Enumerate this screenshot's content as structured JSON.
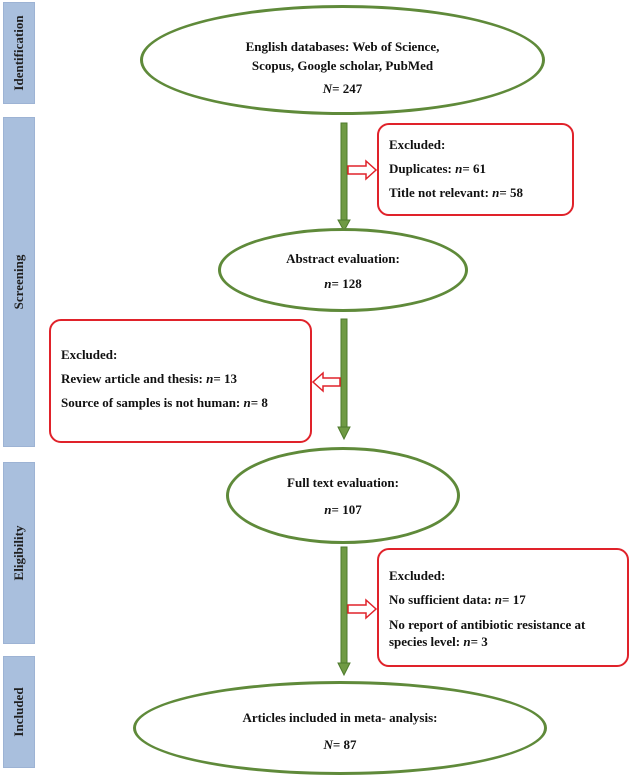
{
  "stages": {
    "identification": "Identification",
    "screening": "Screening",
    "eligibility": "Eligibility",
    "included": "Included"
  },
  "nodes": {
    "identification": {
      "line1": "English databases: Web of Science,",
      "line2": "Scopus, Google scholar, PubMed",
      "var": "N",
      "value": "= 247"
    },
    "abstract": {
      "line1": "Abstract evaluation:",
      "var": "n",
      "value": "= 128"
    },
    "fulltext": {
      "line1": "Full text evaluation:",
      "var": "n",
      "value": "= 107"
    },
    "included": {
      "line1": "Articles included in meta- analysis:",
      "var": "N",
      "value": "= 87"
    }
  },
  "exclusions": {
    "first": {
      "title": "Excluded:",
      "items": [
        {
          "label": "Duplicates: ",
          "var": "n",
          "value": "= 61"
        },
        {
          "label": "Title not relevant: ",
          "var": "n",
          "value": "= 58"
        }
      ]
    },
    "second": {
      "title": "Excluded:",
      "items": [
        {
          "label": "Review article and thesis: ",
          "var": "n",
          "value": "= 13"
        },
        {
          "label": "Source of samples is not human: ",
          "var": "n",
          "value": "= 8"
        }
      ]
    },
    "third": {
      "title": "Excluded:",
      "items": [
        {
          "label": "No sufficient data: ",
          "var": "n",
          "value": "= 17"
        },
        {
          "label": "No report of antibiotic resistance at",
          "var": "",
          "value": ""
        },
        {
          "label": "species level: ",
          "var": "n",
          "value": "= 3"
        }
      ]
    }
  },
  "colors": {
    "stage_fill": "#a9bfdd",
    "ellipse_border": "#5f8a3a",
    "exclusion_border": "#e0222a",
    "arrow_green": "#6f9a44"
  }
}
